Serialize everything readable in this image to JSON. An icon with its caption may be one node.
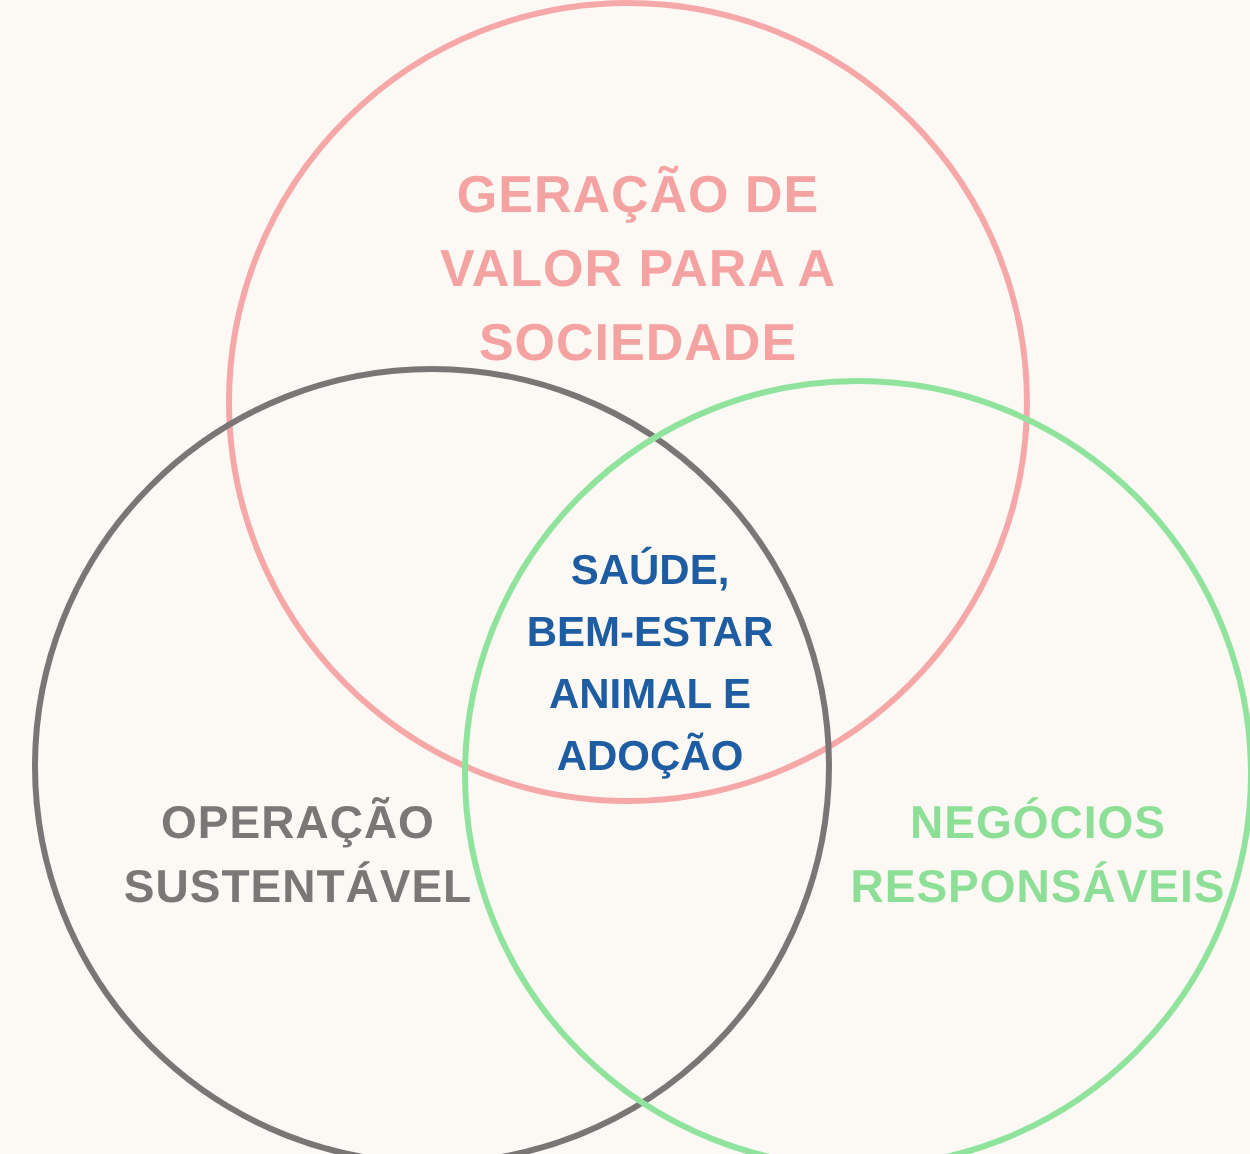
{
  "diagram": {
    "nodes": [
      {
        "text": [
          "GERAÇÃO DE VALOR PARA A SOCIEDADE"
        ]
      },
      {
        "text": [
          "OPERAÇÃO SUSTENTÁVEL"
        ]
      },
      {
        "text": [
          "NEGÓCIOS RESPONSÁVEIS"
        ]
      }
    ],
    "labels": [
      "SAÚDE, BEM-ESTAR ANIMAL E ADOÇÃO"
    ]
  }
}
